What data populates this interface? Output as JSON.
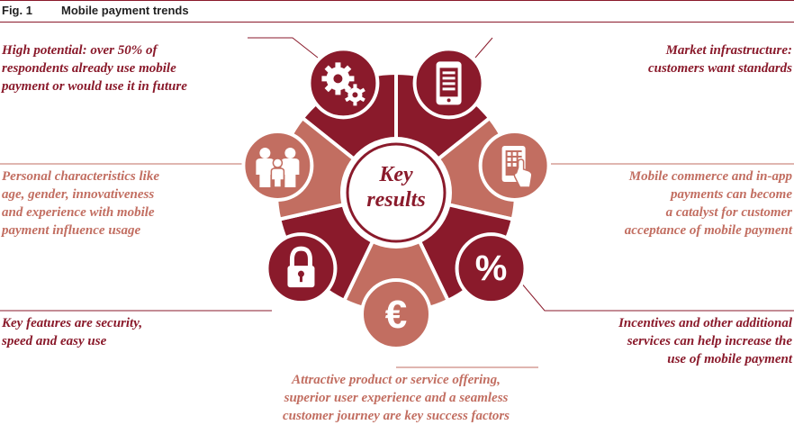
{
  "figure": {
    "number": "Fig. 1",
    "title": "Mobile payment trends"
  },
  "center": {
    "line1": "Key",
    "line2": "results"
  },
  "colors": {
    "dark": "#8a1a2b",
    "light": "#c26e61",
    "ring": "#ffffff"
  },
  "segments": [
    {
      "id": "potential",
      "icon": "gears-icon",
      "tone": "dark",
      "text": [
        "High potential: over 50% of",
        "respondents already use mobile",
        "payment or would use it in future"
      ]
    },
    {
      "id": "infrastructure",
      "icon": "smartphone-icon",
      "tone": "dark",
      "text": [
        "Market infrastructure:",
        "customers want standards"
      ]
    },
    {
      "id": "commerce",
      "icon": "touch-tablet-icon",
      "tone": "light",
      "text": [
        "Mobile commerce and in-app",
        "payments can become",
        "a catalyst for customer",
        "acceptance of mobile payment"
      ]
    },
    {
      "id": "incentives",
      "icon": "percent-icon",
      "tone": "dark",
      "text": [
        "Incentives and other additional",
        "services can help increase the",
        "use of mobile payment"
      ]
    },
    {
      "id": "offering",
      "icon": "euro-icon",
      "tone": "light",
      "text": [
        "Attractive product or service offering,",
        "superior user experience and a seamless",
        "customer journey are key success factors"
      ]
    },
    {
      "id": "features",
      "icon": "padlock-icon",
      "tone": "dark",
      "text": [
        "Key features are security,",
        "speed and easy use"
      ]
    },
    {
      "id": "personal",
      "icon": "family-icon",
      "tone": "light",
      "text": [
        "Personal characteristics like",
        "age, gender, innovativeness",
        "and experience with mobile",
        "payment influence usage"
      ]
    }
  ]
}
